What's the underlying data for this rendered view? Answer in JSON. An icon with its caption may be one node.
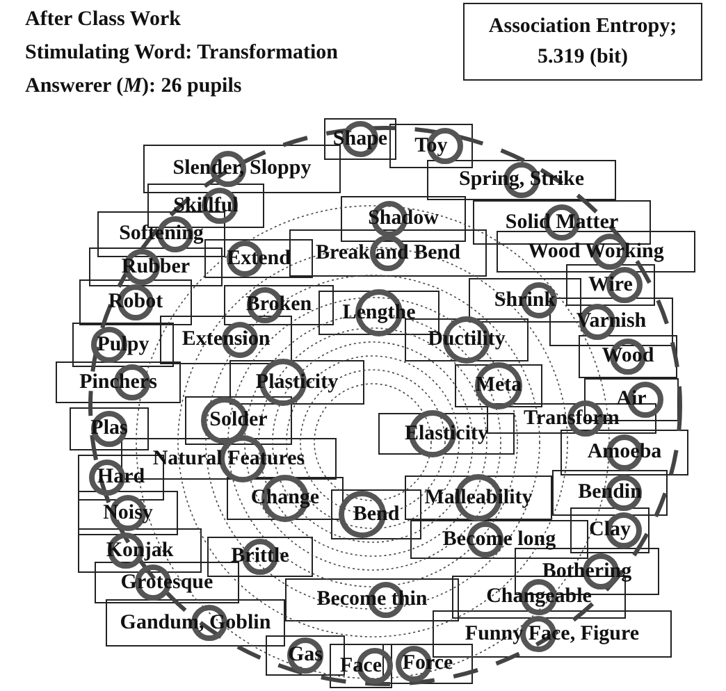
{
  "diagram": {
    "labels": [
      "After Class Work",
      "Stimulating Word: Transformation",
      "Answerer (*M*): 26 pupils"
    ],
    "nodes": [
      {
        "text": [
          "Association Entropy; 5.319 (bit)"
        ]
      },
      {
        "text": [
          "Shape"
        ]
      },
      {
        "text": [
          "Toy"
        ]
      },
      {
        "text": [
          "Slender, Sloppy"
        ]
      },
      {
        "text": [
          "Spring, Strike"
        ]
      },
      {
        "text": [
          "Skillful"
        ]
      },
      {
        "text": [
          "Shadow"
        ]
      },
      {
        "text": [
          "Solid Matter"
        ]
      },
      {
        "text": [
          "Softening"
        ]
      },
      {
        "text": [
          "Extend"
        ]
      },
      {
        "text": [
          "Break and Bend"
        ]
      },
      {
        "text": [
          "Wood Working"
        ]
      },
      {
        "text": [
          "Rubber"
        ]
      },
      {
        "text": [
          "Robot"
        ]
      },
      {
        "text": [
          "Wire"
        ]
      },
      {
        "text": [
          "Broken"
        ]
      },
      {
        "text": [
          "Lengthe"
        ]
      },
      {
        "text": [
          "Shrink"
        ]
      },
      {
        "text": [
          "Varnish"
        ]
      },
      {
        "text": [
          "Ductility"
        ]
      },
      {
        "text": [
          "Extension"
        ]
      },
      {
        "text": [
          "Pulpy"
        ]
      },
      {
        "text": [
          "Wood"
        ]
      },
      {
        "text": [
          "Pinchers"
        ]
      },
      {
        "text": [
          "Plasticity"
        ]
      },
      {
        "text": [
          "Meta"
        ]
      },
      {
        "text": [
          "Air"
        ]
      },
      {
        "text": [
          "Solder"
        ]
      },
      {
        "text": [
          "Plas"
        ]
      },
      {
        "text": [
          "Transform"
        ]
      },
      {
        "text": [
          "Elasticity"
        ]
      },
      {
        "text": [
          "Amoeba"
        ]
      },
      {
        "text": [
          "Natural Features"
        ]
      },
      {
        "text": [
          "Hard"
        ]
      },
      {
        "text": [
          "Change"
        ]
      },
      {
        "text": [
          "Bendin"
        ]
      },
      {
        "text": [
          "Bend"
        ]
      },
      {
        "text": [
          "Malleability"
        ]
      },
      {
        "text": [
          "Clay"
        ]
      },
      {
        "text": [
          "Become long"
        ]
      },
      {
        "text": [
          "Noisy"
        ]
      },
      {
        "text": [
          "Bothering"
        ]
      },
      {
        "text": [
          "Konjak"
        ]
      },
      {
        "text": [
          "Brittle"
        ]
      },
      {
        "text": [
          "Become thin"
        ]
      },
      {
        "text": [
          "Grotesque"
        ]
      },
      {
        "text": [
          "Changeable"
        ]
      },
      {
        "text": [
          "Gandum, Goblin"
        ]
      },
      {
        "text": [
          "Funny Face, Figure"
        ]
      },
      {
        "text": [
          "Gas"
        ]
      },
      {
        "text": [
          "Face"
        ]
      },
      {
        "text": [
          "Force"
        ]
      }
    ]
  }
}
